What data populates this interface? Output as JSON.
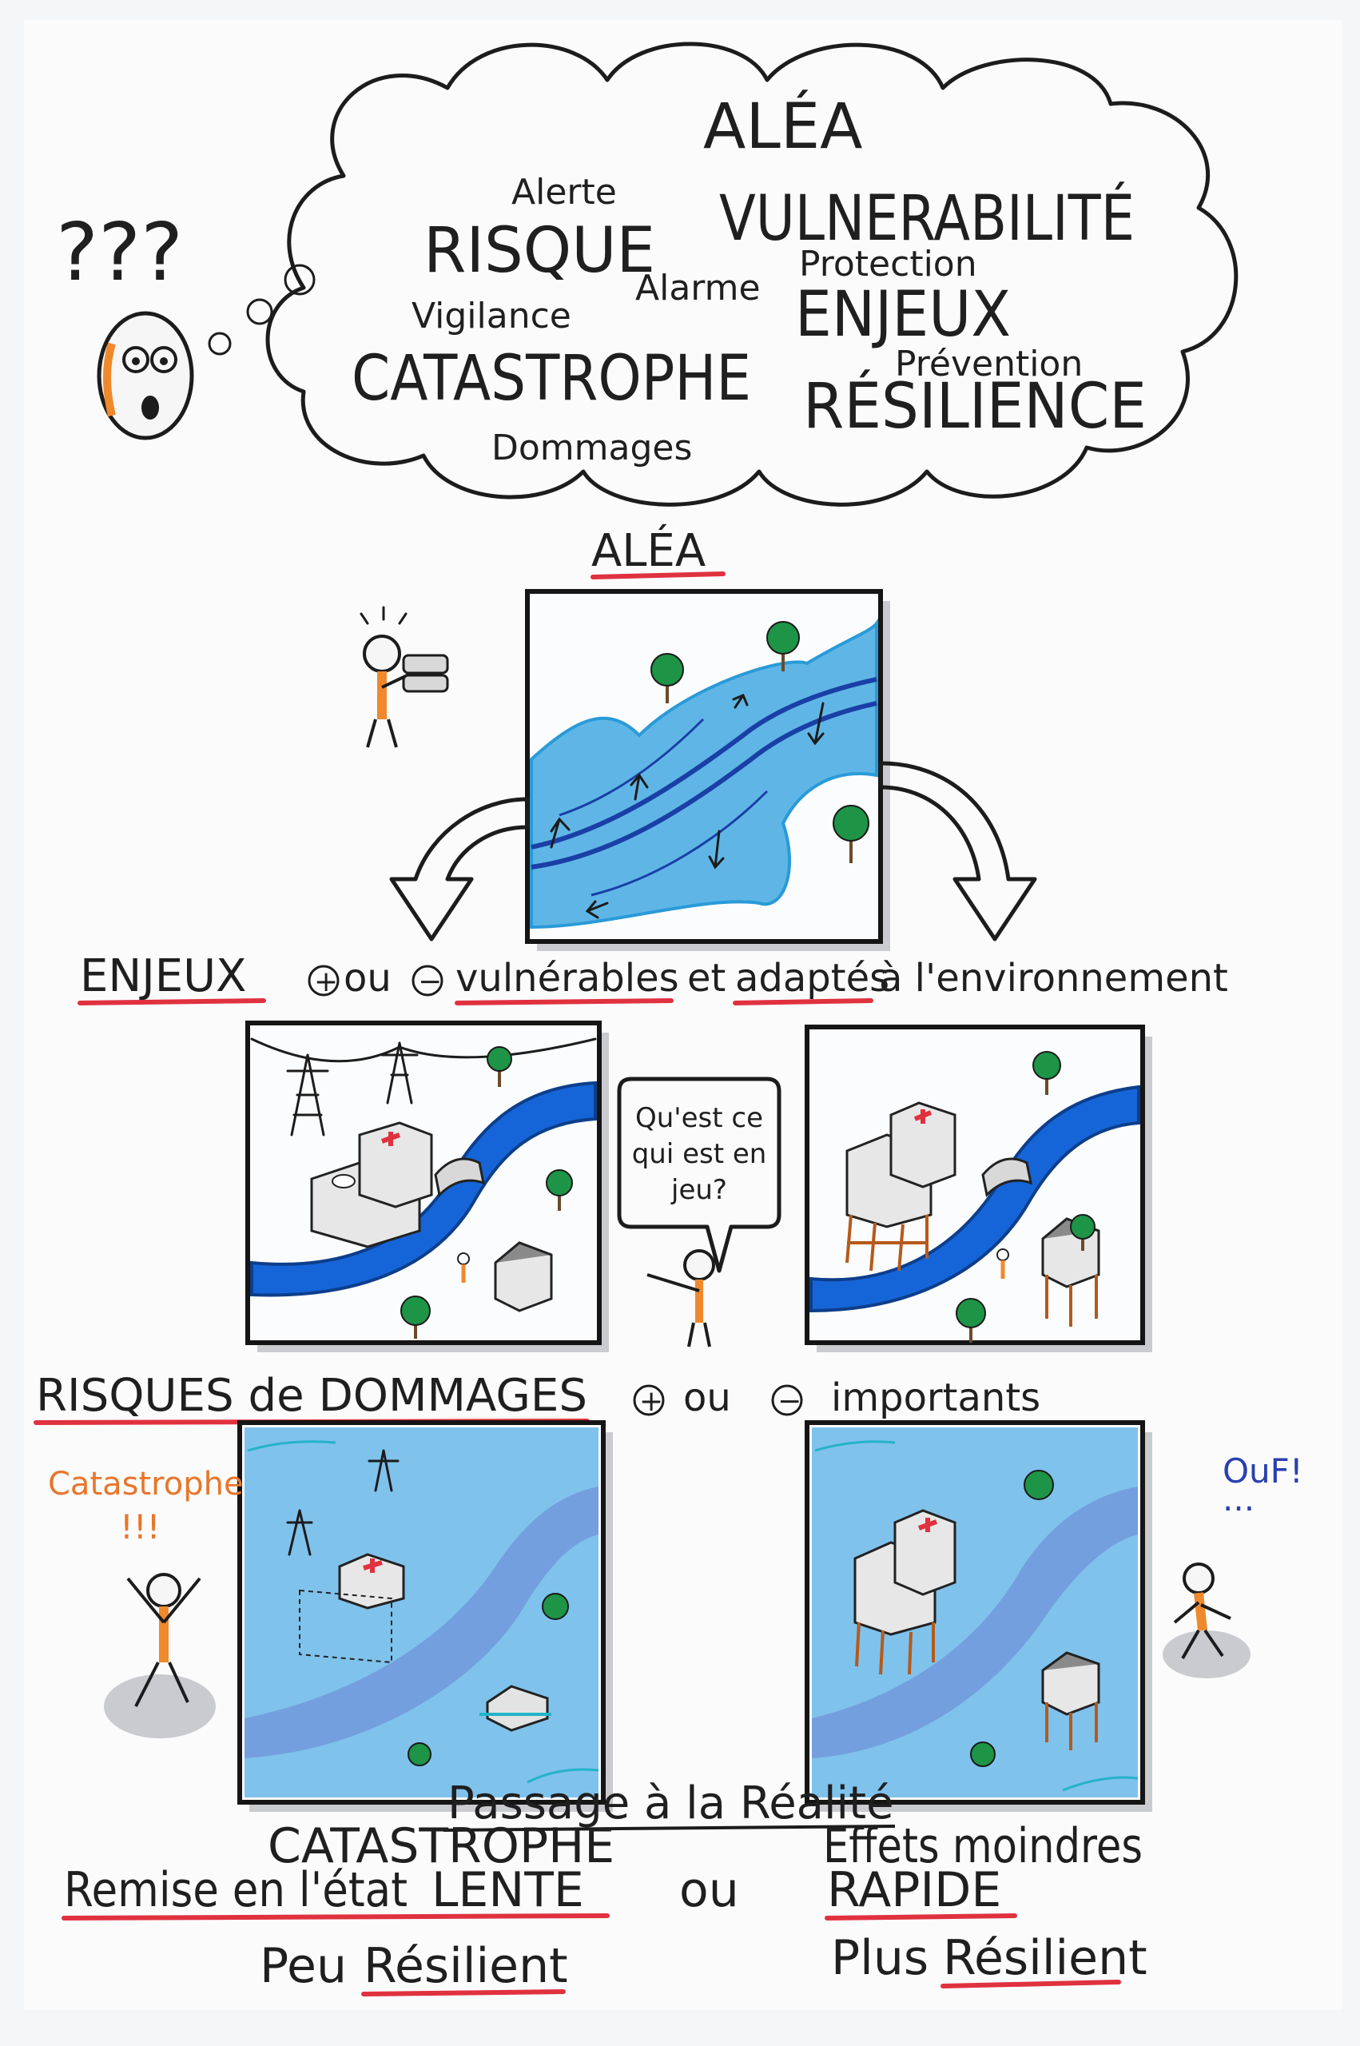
{
  "thought_cloud": {
    "words": [
      "ALÉA",
      "Alerte",
      "VULNERABILITÉ",
      "RISQUE",
      "Protection",
      "Alarme",
      "Vigilance",
      "ENJEUX",
      "Prévention",
      "CATASTROPHE",
      "RÉSILIENCE",
      "Dommages"
    ]
  },
  "confused_person": {
    "question_marks": "???"
  },
  "alea": {
    "title": "ALÉA"
  },
  "enjeux": {
    "title": "ENJEUX",
    "plus": "+",
    "ou": "ou",
    "minus": "−",
    "vulnerables": "vulnérables",
    "et": "et",
    "adaptes": "adaptés",
    "rest": "à l'environnement"
  },
  "speech_bubble": {
    "text_lines": [
      "Qu'est ce",
      "qui est en",
      "jeu?"
    ]
  },
  "risques": {
    "title": "RISQUES de DOMMAGES",
    "plus": "+",
    "ou": "ou",
    "minus": "−",
    "rest": "importants"
  },
  "left_person": {
    "label": "Catastrophe",
    "exclaim": "!!!"
  },
  "right_person": {
    "label": "OuF!",
    "dots": "..."
  },
  "passage": {
    "title": "Passage à la Réalité"
  },
  "outcome_left": {
    "line1": "CATASTROPHE",
    "remise": "Remise en l'état",
    "speed": "LENTE",
    "peu": "Peu",
    "resilient": "Résilient"
  },
  "ou_center": "ou",
  "outcome_right": {
    "line1": "Effets moindres",
    "speed": "RAPIDE",
    "plus": "Plus",
    "resilient": "Résilient"
  },
  "colors": {
    "red_underline": "#e0313f",
    "river_blue": "#1565d8",
    "flood_blue": "#7fc2ec",
    "tree_green": "#1e9447",
    "skin_orange": "#f0892b",
    "catastrophe_orange": "#e8762b",
    "ouf_blue": "#2a3fb0"
  },
  "icons": [
    "binoculars-icon",
    "hospital-icon",
    "pylon-icon",
    "bridge-icon",
    "tree-icon",
    "house-icon",
    "arrow-down-icon"
  ]
}
